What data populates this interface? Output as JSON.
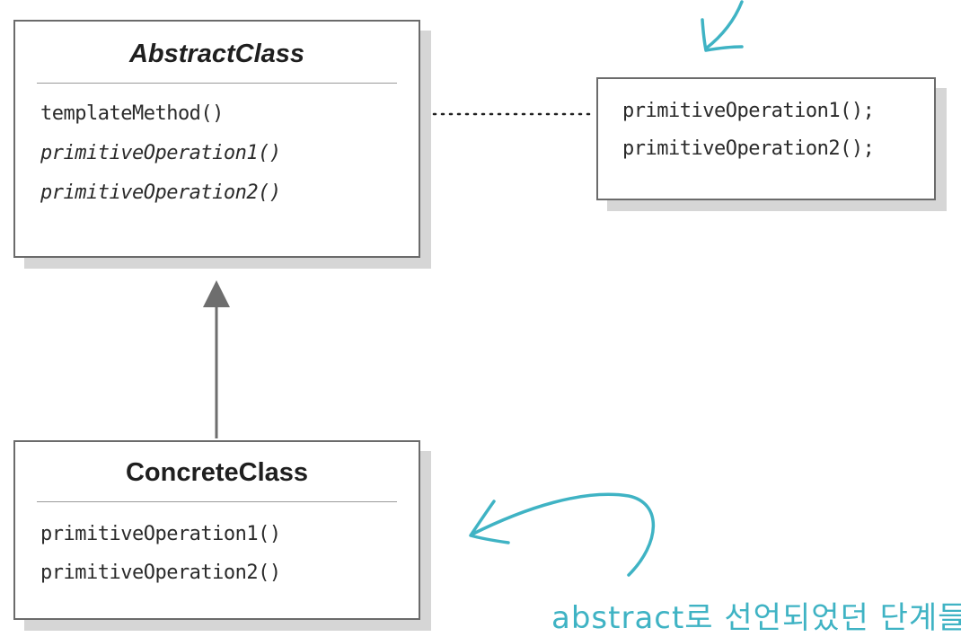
{
  "abstract_class": {
    "name": "AbstractClass",
    "operations": [
      "templateMethod()",
      "primitiveOperation1()",
      "primitiveOperation2()"
    ]
  },
  "note": {
    "lines": [
      "primitiveOperation1();",
      "primitiveOperation2();"
    ]
  },
  "concrete_class": {
    "name": "ConcreteClass",
    "operations": [
      "primitiveOperation1()",
      "primitiveOperation2()"
    ]
  },
  "annotation": {
    "text": "abstract로 선언되었던 단계들은"
  },
  "colors": {
    "border": "#6b6b6b",
    "shadow": "#d6d6d6",
    "arrow": "#6e6e6e",
    "annotation": "#3fb3c4"
  }
}
